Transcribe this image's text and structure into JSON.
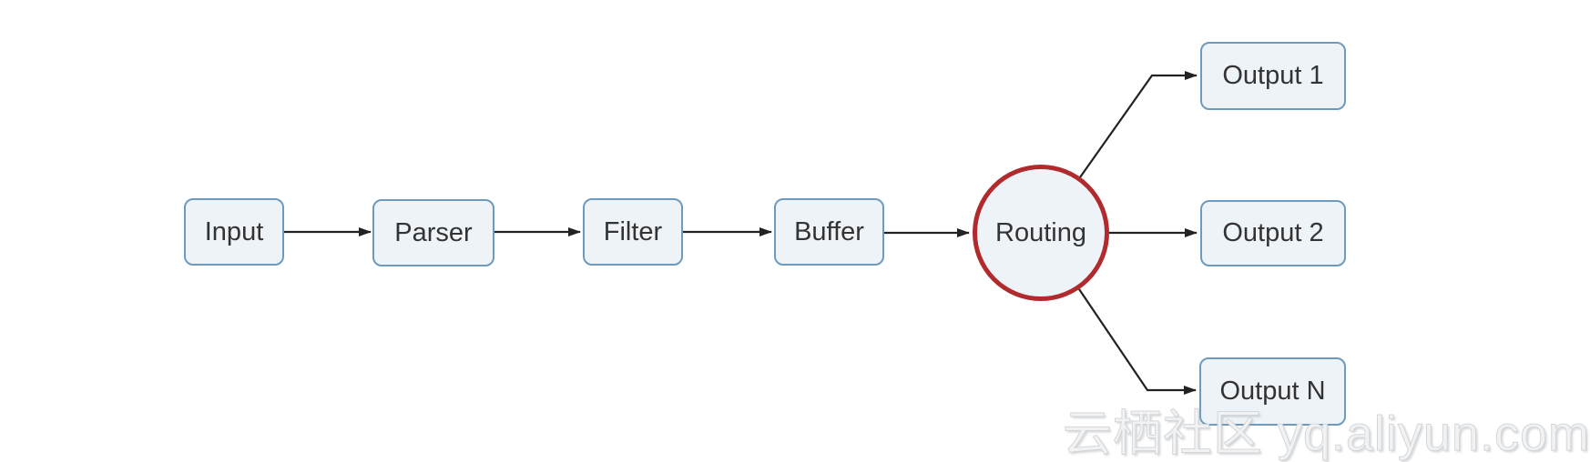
{
  "diagram": {
    "nodes": [
      {
        "id": "input",
        "label": "Input",
        "shape": "rounded-box"
      },
      {
        "id": "parser",
        "label": "Parser",
        "shape": "rounded-box"
      },
      {
        "id": "filter",
        "label": "Filter",
        "shape": "rounded-box"
      },
      {
        "id": "buffer",
        "label": "Buffer",
        "shape": "rounded-box"
      },
      {
        "id": "routing",
        "label": "Routing",
        "shape": "circle"
      },
      {
        "id": "output-1",
        "label": "Output 1",
        "shape": "rounded-box"
      },
      {
        "id": "output-2",
        "label": "Output 2",
        "shape": "rounded-box"
      },
      {
        "id": "output-n",
        "label": "Output N",
        "shape": "rounded-box"
      }
    ],
    "edges": [
      {
        "from": "Input",
        "to": "Parser"
      },
      {
        "from": "Parser",
        "to": "Filter"
      },
      {
        "from": "Filter",
        "to": "Buffer"
      },
      {
        "from": "Buffer",
        "to": "Routing"
      },
      {
        "from": "Routing",
        "to": "Output 1"
      },
      {
        "from": "Routing",
        "to": "Output 2"
      },
      {
        "from": "Routing",
        "to": "Output N"
      }
    ]
  },
  "watermark": {
    "text": "云栖社区 yq.aliyun.com"
  },
  "colors": {
    "node_fill": "#eef3f8",
    "node_border": "#6e9bbd",
    "routing_border": "#b12a2e",
    "arrow": "#222222",
    "label_text": "#333333",
    "watermark_text": "#d4d7da"
  }
}
